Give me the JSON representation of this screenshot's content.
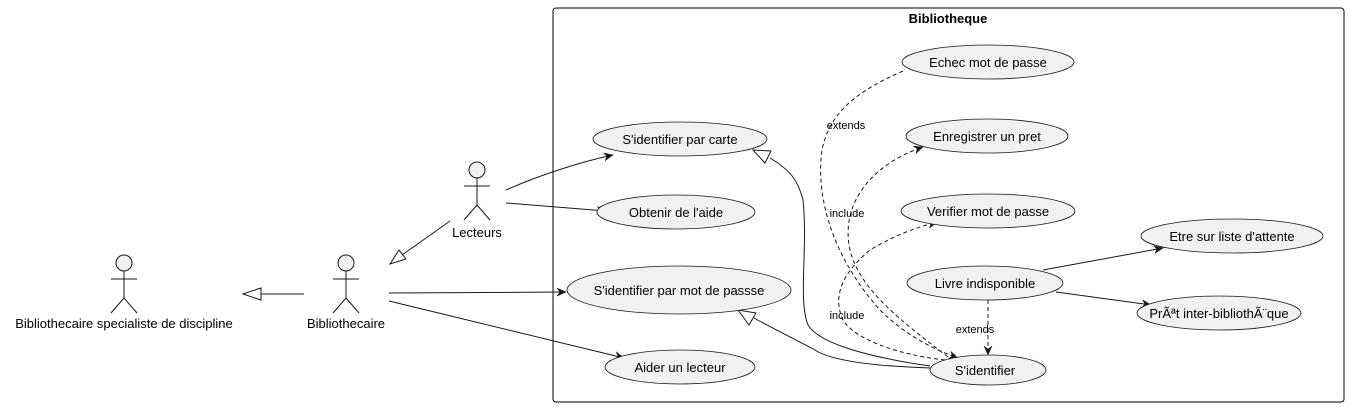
{
  "system": {
    "title": "Bibliotheque"
  },
  "actors": {
    "lecteurs": "Lecteurs",
    "bibliothecaire": "Bibliothecaire",
    "specialiste": "Bibliothecaire specialiste de discipline"
  },
  "use_cases": {
    "echec": "Echec mot de passe",
    "carte": "S'identifier par carte",
    "pret": "Enregistrer un pret",
    "aide": "Obtenir de l'aide",
    "verifier": "Verifier mot de passe",
    "attente": "Etre sur liste d'attente",
    "livre": "Livre indisponible",
    "mdp": "S'identifier par mot de passse",
    "pib": "PrÃªt inter-bibliothÃ¨que",
    "aider": "Aider un lecteur",
    "sident": "S'identifier"
  },
  "relation_labels": {
    "extends_echec": "extends",
    "include_pret": "include",
    "include_verifier": "include",
    "extends_livre": "extends"
  }
}
